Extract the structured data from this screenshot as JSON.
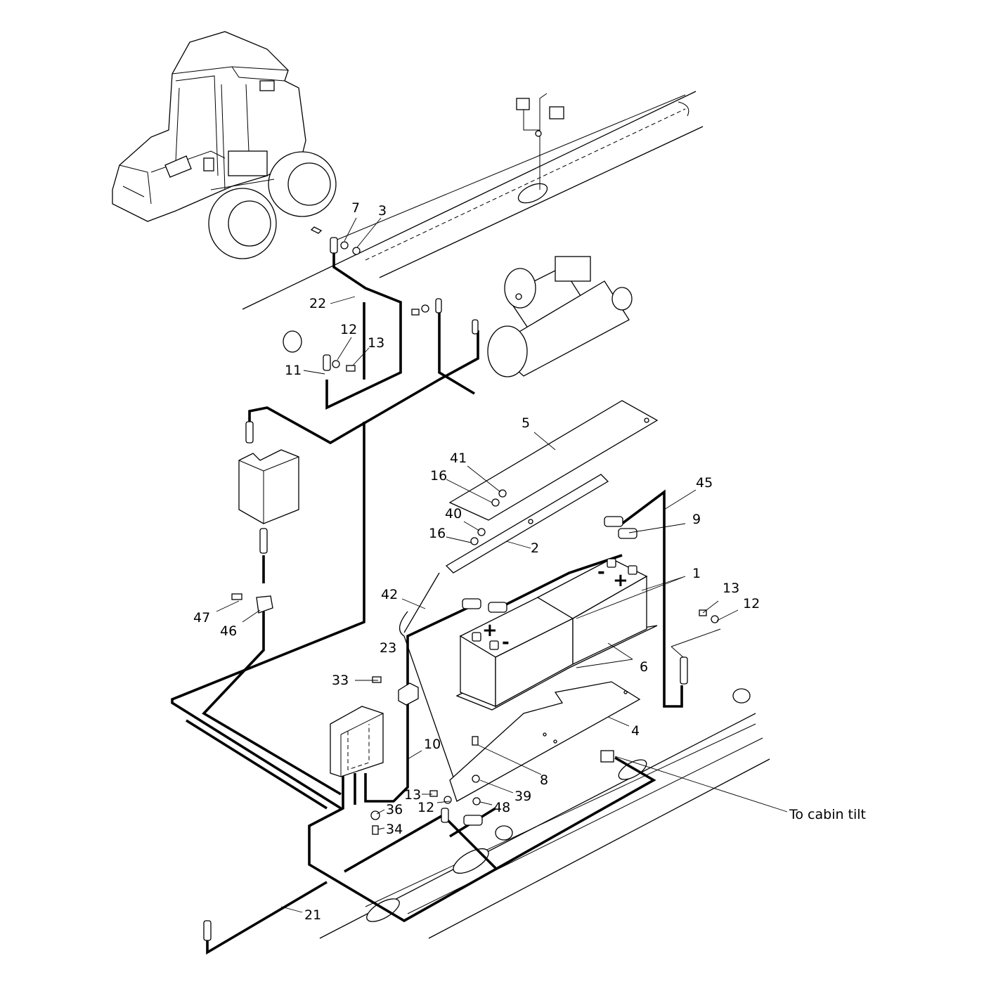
{
  "callouts": [
    "7",
    "3",
    "22",
    "12",
    "13",
    "11",
    "5",
    "41",
    "16",
    "40",
    "16",
    "2",
    "45",
    "9",
    "1",
    "13",
    "12",
    "42",
    "47",
    "46",
    "23",
    "33",
    "6",
    "4",
    "10",
    "8",
    "39",
    "13",
    "12",
    "48",
    "36",
    "34",
    "21"
  ],
  "destination_note": "To cabin tilt",
  "terminal_symbols": {
    "plus": "+",
    "minus": "-"
  }
}
